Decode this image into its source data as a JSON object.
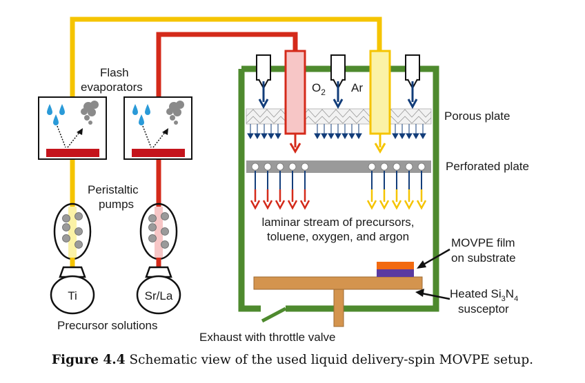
{
  "labels": {
    "flash_line1": "Flash",
    "flash_line2": "evaporators",
    "peristaltic_line1": "Peristaltic",
    "peristaltic_line2": "pumps",
    "ti": "Ti",
    "srla": "Sr/La",
    "precursor_solutions": "Precursor solutions",
    "o2_main": "O",
    "o2_sub": "2",
    "ar": "Ar",
    "porous_plate": "Porous plate",
    "perforated_plate": "Perforated plate",
    "laminar_line1": "laminar stream of precursors,",
    "laminar_line2": "toluene, oxygen, and argon",
    "movpe_line1": "MOVPE film",
    "movpe_line2": "on substrate",
    "heated_pre": "Heated Si",
    "heated_sub1": "3",
    "heated_mid": "N",
    "heated_sub2": "4",
    "susceptor": "susceptor",
    "exhaust": "Exhaust with throttle valve"
  },
  "caption": {
    "label": "Figure 4.4",
    "text": " Schematic view of the used liquid delivery-spin MOVPE setup."
  },
  "colors": {
    "ti_line": "#f5c400",
    "srla_line": "#d42a1a",
    "chamber": "#4e8a2e",
    "o2_arrow": "#123d7a",
    "plate_gray": "#9a9a9a",
    "susceptor": "#d4944e",
    "film_top": "#f26a10",
    "film_bottom": "#5a3aa0",
    "evaporator_heater": "#c4141c",
    "droplet": "#2a9ad8"
  }
}
